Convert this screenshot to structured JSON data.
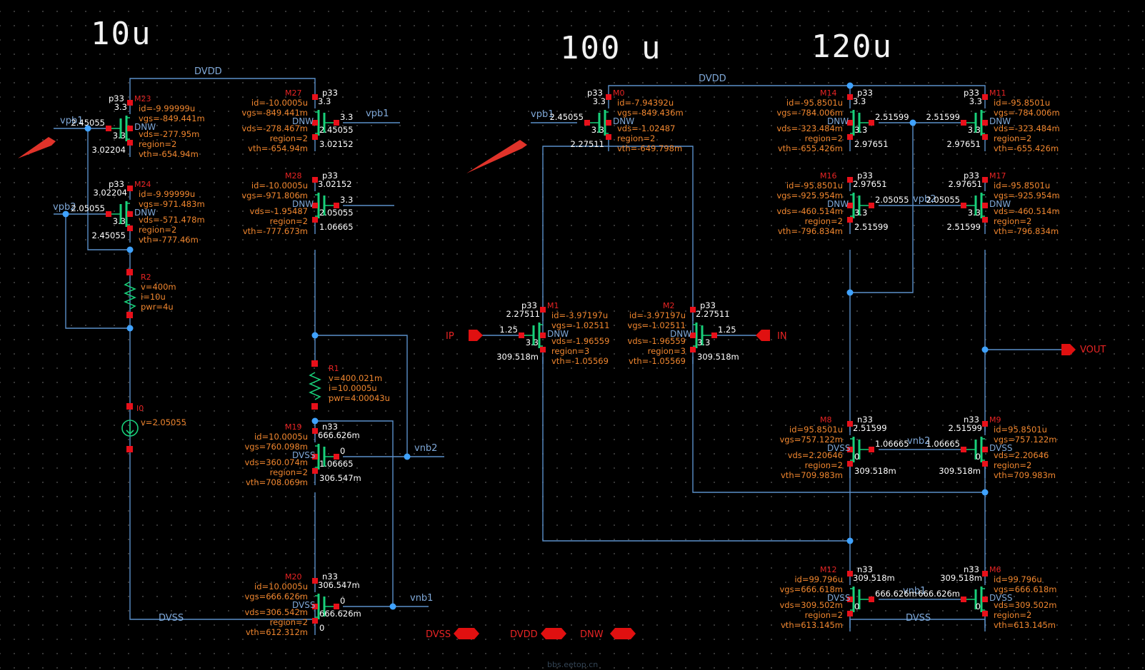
{
  "headers": {
    "left": "10u",
    "middle": "100 u",
    "right": "120u"
  },
  "nets": {
    "dvdd_left": "DVDD",
    "dvdd_right": "DVDD",
    "dvss_left": "DVSS",
    "dvss_right": "DVSS",
    "vpb1": "vpb1",
    "vpb2": "vpb2",
    "vnb1": "vnb1",
    "vnb2": "vnb2",
    "dnw": "DNW",
    "dvss_body": "DVSS"
  },
  "ports": {
    "ip": "IP",
    "in": "IN",
    "vout": "VOUT",
    "dvss": "DVSS",
    "dvdd": "DVDD",
    "dnw": "DNW"
  },
  "watermark": "bbs.eetop.cn",
  "transistors": [
    {
      "name": "M23",
      "type": "p33",
      "params": [
        "id=-9.99999u",
        "vgs=-849.441m",
        "vds=-277.95m",
        "region=2",
        "vth=-654.94m"
      ],
      "node_values": [
        "3.3",
        "2.45055",
        "3.3",
        "3.02204"
      ]
    },
    {
      "name": "M24",
      "type": "p33",
      "params": [
        "id=-9.99999u",
        "vgs=-971.483m",
        "vds=-571.478m",
        "region=2",
        "vth=-777.46m"
      ],
      "node_values": [
        "3.02204",
        "2.05055",
        "3.3",
        "2.45055"
      ]
    },
    {
      "name": "M27",
      "type": "p33",
      "params": [
        "id=-10.0005u",
        "vgs=-849.441m",
        "vds=-278.467m",
        "region=2",
        "vth=-654.94m"
      ],
      "node_values": [
        "3.3",
        "3.3",
        "2.45055",
        "3.02152"
      ]
    },
    {
      "name": "M28",
      "type": "p33",
      "params": [
        "id=-10.0005u",
        "vgs=-971.806m",
        "vds=-1.95487",
        "region=2",
        "vth=-777.673m"
      ],
      "node_values": [
        "3.02152",
        "3.3",
        "2.05055",
        "1.06665"
      ]
    },
    {
      "name": "M19",
      "type": "n33",
      "params": [
        "id=10.0005u",
        "vgs=760.098m",
        "vds=360.074m",
        "region=2",
        "vth=708.069m"
      ],
      "node_values": [
        "666.626m",
        "0",
        "1.06665",
        "306.547m"
      ]
    },
    {
      "name": "M20",
      "type": "n33",
      "params": [
        "id=10.0005u",
        "vgs=666.626m",
        "vds=306.542m",
        "region=2",
        "vth=612.312m"
      ],
      "node_values": [
        "306.547m",
        "0",
        "666.626m",
        "0"
      ]
    },
    {
      "name": "M0",
      "type": "p33",
      "params": [
        "id=-7.94392u",
        "vgs=-849.436m",
        "vds=-1.02487",
        "region=2",
        "vth=-649.798m"
      ],
      "node_values": [
        "3.3",
        "2.45055",
        "3.3",
        "2.27511"
      ]
    },
    {
      "name": "M1",
      "type": "p33",
      "params": [
        "id=-3.97197u",
        "vgs=-1.02511",
        "vds=-1.96559",
        "region=3",
        "vth=-1.05569"
      ],
      "node_values": [
        "2.27511",
        "1.25",
        "3.3",
        "309.518m"
      ]
    },
    {
      "name": "M2",
      "type": "p33",
      "params": [
        "id=-3.97197u",
        "vgs=-1.02511",
        "vds=-1.96559",
        "region=3",
        "vth=-1.05569"
      ],
      "node_values": [
        "2.27511",
        "1.25",
        "3.3",
        "309.518m"
      ]
    },
    {
      "name": "M14",
      "type": "p33",
      "params": [
        "id=-95.8501u",
        "vgs=-784.006m",
        "vds=-323.484m",
        "region=2",
        "vth=-655.426m"
      ],
      "node_values": [
        "3.3",
        "2.51599",
        "3.3",
        "2.97651"
      ]
    },
    {
      "name": "M11",
      "type": "p33",
      "params": [
        "id=-95.8501u",
        "vgs=-784.006m",
        "vds=-323.484m",
        "region=2",
        "vth=-655.426m"
      ],
      "node_values": [
        "3.3",
        "2.51599",
        "3.3",
        "2.97651"
      ]
    },
    {
      "name": "M16",
      "type": "p33",
      "params": [
        "id=-95.8501u",
        "vgs=-925.954m",
        "vds=-460.514m",
        "region=2",
        "vth=-796.834m"
      ],
      "node_values": [
        "2.97651",
        "2.05055",
        "3.3",
        "2.51599"
      ]
    },
    {
      "name": "M17",
      "type": "p33",
      "params": [
        "id=-95.8501u",
        "vgs=-925.954m",
        "vds=-460.514m",
        "region=2",
        "vth=-796.834m"
      ],
      "node_values": [
        "2.97651",
        "2.05055",
        "3.3",
        "2.51599"
      ]
    },
    {
      "name": "M8",
      "type": "n33",
      "params": [
        "id=95.8501u",
        "vgs=757.122m",
        "vds=2.20646",
        "region=2",
        "vth=709.983m"
      ],
      "node_values": [
        "2.51599",
        "1.06665",
        "0",
        "309.518m"
      ]
    },
    {
      "name": "M9",
      "type": "n33",
      "params": [
        "id=95.8501u",
        "vgs=757.122m",
        "vds=2.20646",
        "region=2",
        "vth=709.983m"
      ],
      "node_values": [
        "2.51599",
        "1.06665",
        "0",
        "309.518m"
      ]
    },
    {
      "name": "M12",
      "type": "n33",
      "params": [
        "id=99.796u",
        "vgs=666.618m",
        "vds=309.502m",
        "region=2",
        "vth=613.145m"
      ],
      "node_values": [
        "309.518m",
        "666.626m",
        "0",
        ""
      ]
    },
    {
      "name": "M6",
      "type": "n33",
      "params": [
        "id=99.796u",
        "vgs=666.618m",
        "vds=309.502m",
        "region=2",
        "vth=613.145m"
      ],
      "node_values": [
        "309.518m",
        "666.626m",
        "0",
        ""
      ]
    }
  ],
  "resistors": [
    {
      "name": "R2",
      "params": [
        "v=400m",
        "i=10u",
        "pwr=4u"
      ]
    },
    {
      "name": "R1",
      "params": [
        "v=400.021m",
        "i=10.0005u",
        "pwr=4.00043u"
      ]
    }
  ],
  "sources": [
    {
      "name": "I0",
      "params": [
        "v=2.05055"
      ]
    }
  ],
  "colors": {
    "background": "#000000",
    "wire": "#5a8fc9",
    "device": "#18d07a",
    "pin": "#e8101a",
    "annotation": "#f0862e",
    "instance": "#e82424"
  }
}
